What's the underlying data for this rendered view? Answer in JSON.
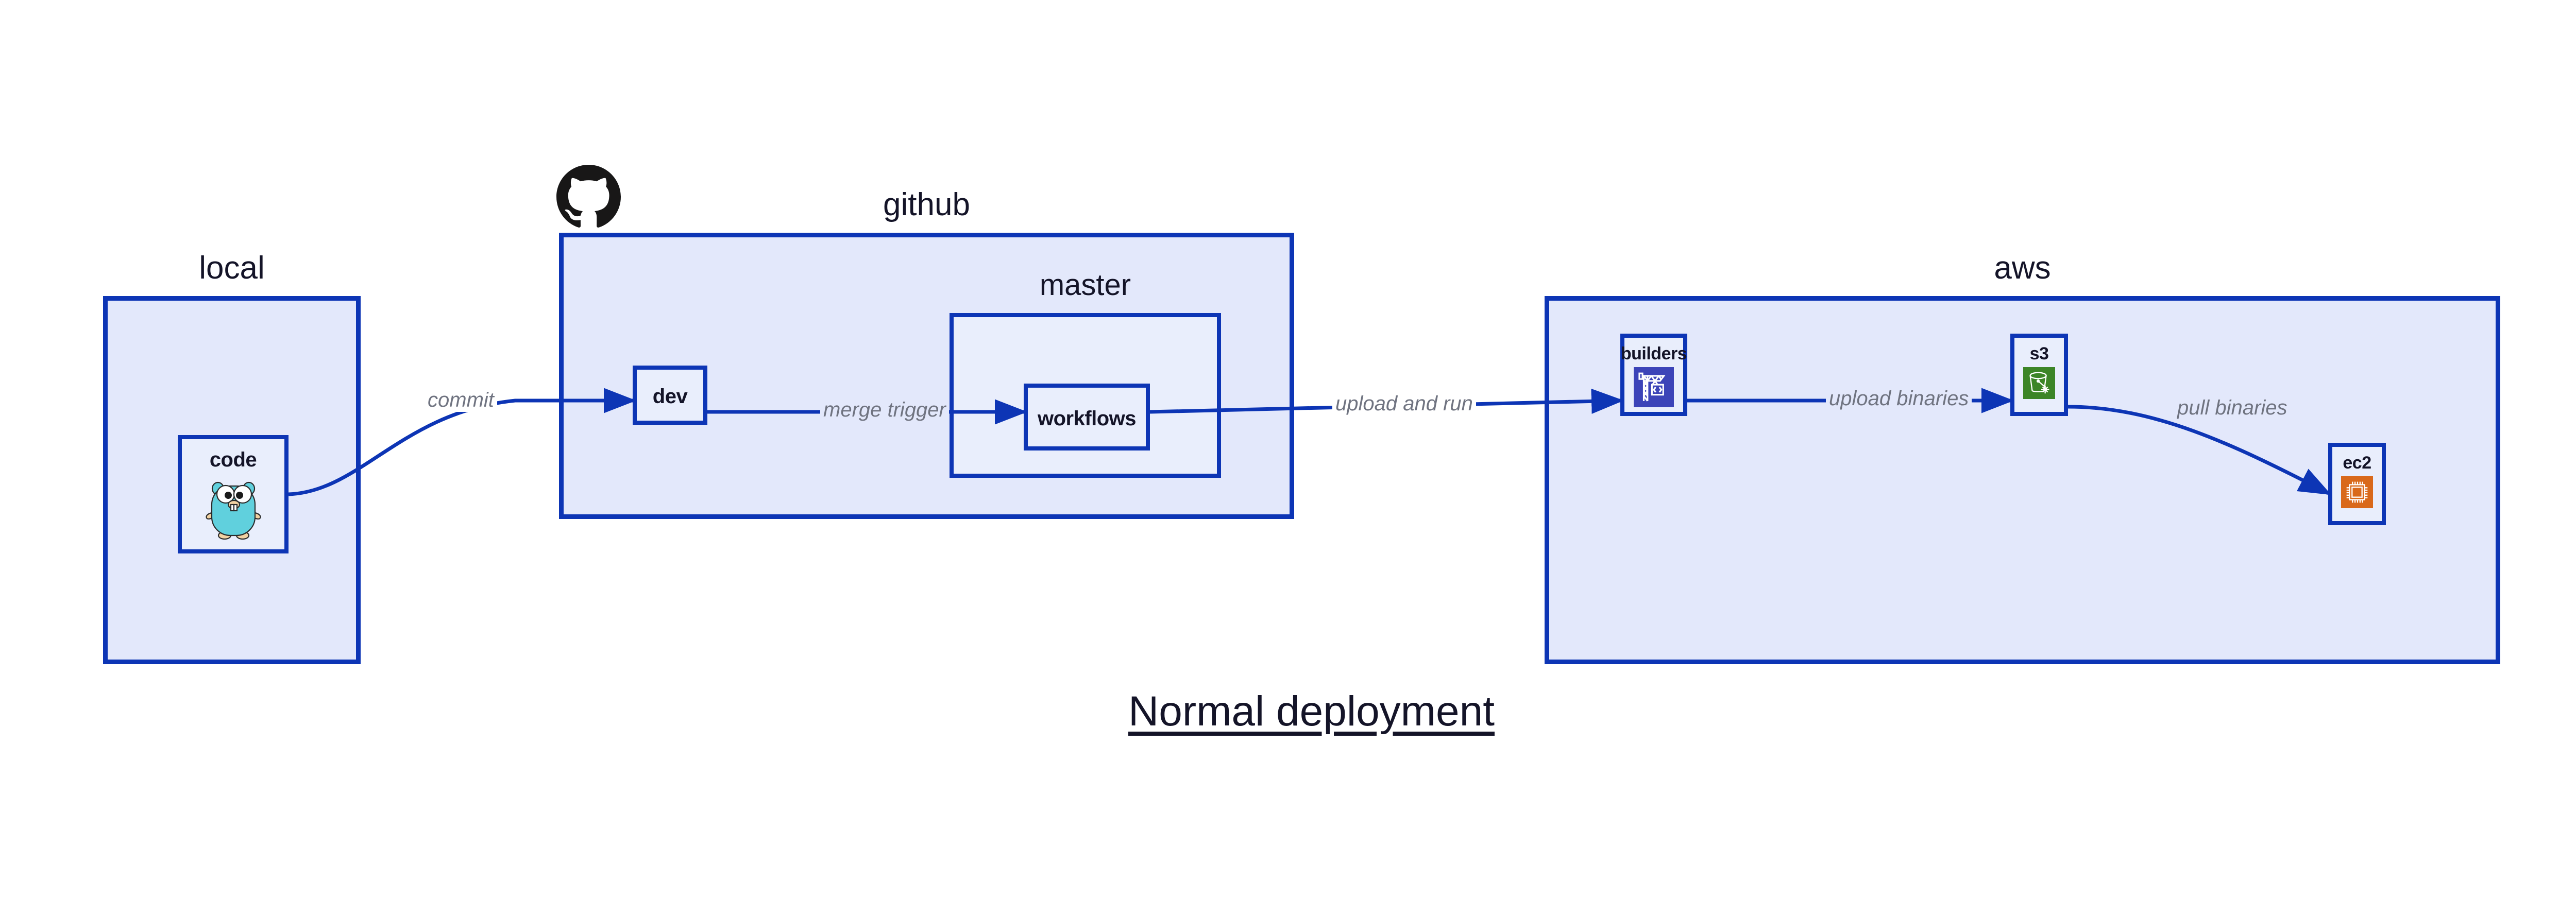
{
  "title": "Normal deployment",
  "groups": [
    {
      "id": "local",
      "label": "local"
    },
    {
      "id": "github",
      "label": "github"
    },
    {
      "id": "aws",
      "label": "aws"
    }
  ],
  "subgroups": [
    {
      "id": "master",
      "label": "master",
      "parent": "github"
    }
  ],
  "nodes": [
    {
      "id": "code",
      "label": "code",
      "group": "local",
      "icon": "go-gopher-icon"
    },
    {
      "id": "dev",
      "label": "dev",
      "group": "github",
      "icon": null
    },
    {
      "id": "workflows",
      "label": "workflows",
      "group": "master",
      "icon": null
    },
    {
      "id": "builders",
      "label": "builders",
      "group": "aws",
      "icon": "aws-codebuild-crane-icon"
    },
    {
      "id": "s3",
      "label": "s3",
      "group": "aws",
      "icon": "aws-s3-glacier-bucket-icon"
    },
    {
      "id": "ec2",
      "label": "ec2",
      "group": "aws",
      "icon": "aws-ec2-cpu-chip-icon"
    }
  ],
  "edges": [
    {
      "id": "commit",
      "from": "code",
      "to": "dev",
      "label": "commit"
    },
    {
      "id": "merge-trigger",
      "from": "dev",
      "to": "workflows",
      "label": "merge trigger"
    },
    {
      "id": "upload-and-run",
      "from": "workflows",
      "to": "builders",
      "label": "upload and run"
    },
    {
      "id": "upload-binaries",
      "from": "builders",
      "to": "s3",
      "label": "upload binaries"
    },
    {
      "id": "pull-binaries",
      "from": "s3",
      "to": "ec2",
      "label": "pull binaries"
    }
  ],
  "logos": [
    {
      "id": "github-logo",
      "icon": "github-mark-icon",
      "attached_to": "github"
    }
  ],
  "colors": {
    "group_fill": "#e3e8fb",
    "node_fill": "#e9eefc",
    "border": "#0d35b5",
    "edge_line": "#0d35b5",
    "edge_label_text": "#6f7380",
    "heading_text": "#141428",
    "builders_icon_bg": "#3c44b8",
    "s3_icon_bg": "#3c8527",
    "ec2_icon_bg": "#d9691b",
    "gopher_body": "#60d0dd",
    "github_mark": "#181717",
    "page_bg": "#ffffff"
  }
}
